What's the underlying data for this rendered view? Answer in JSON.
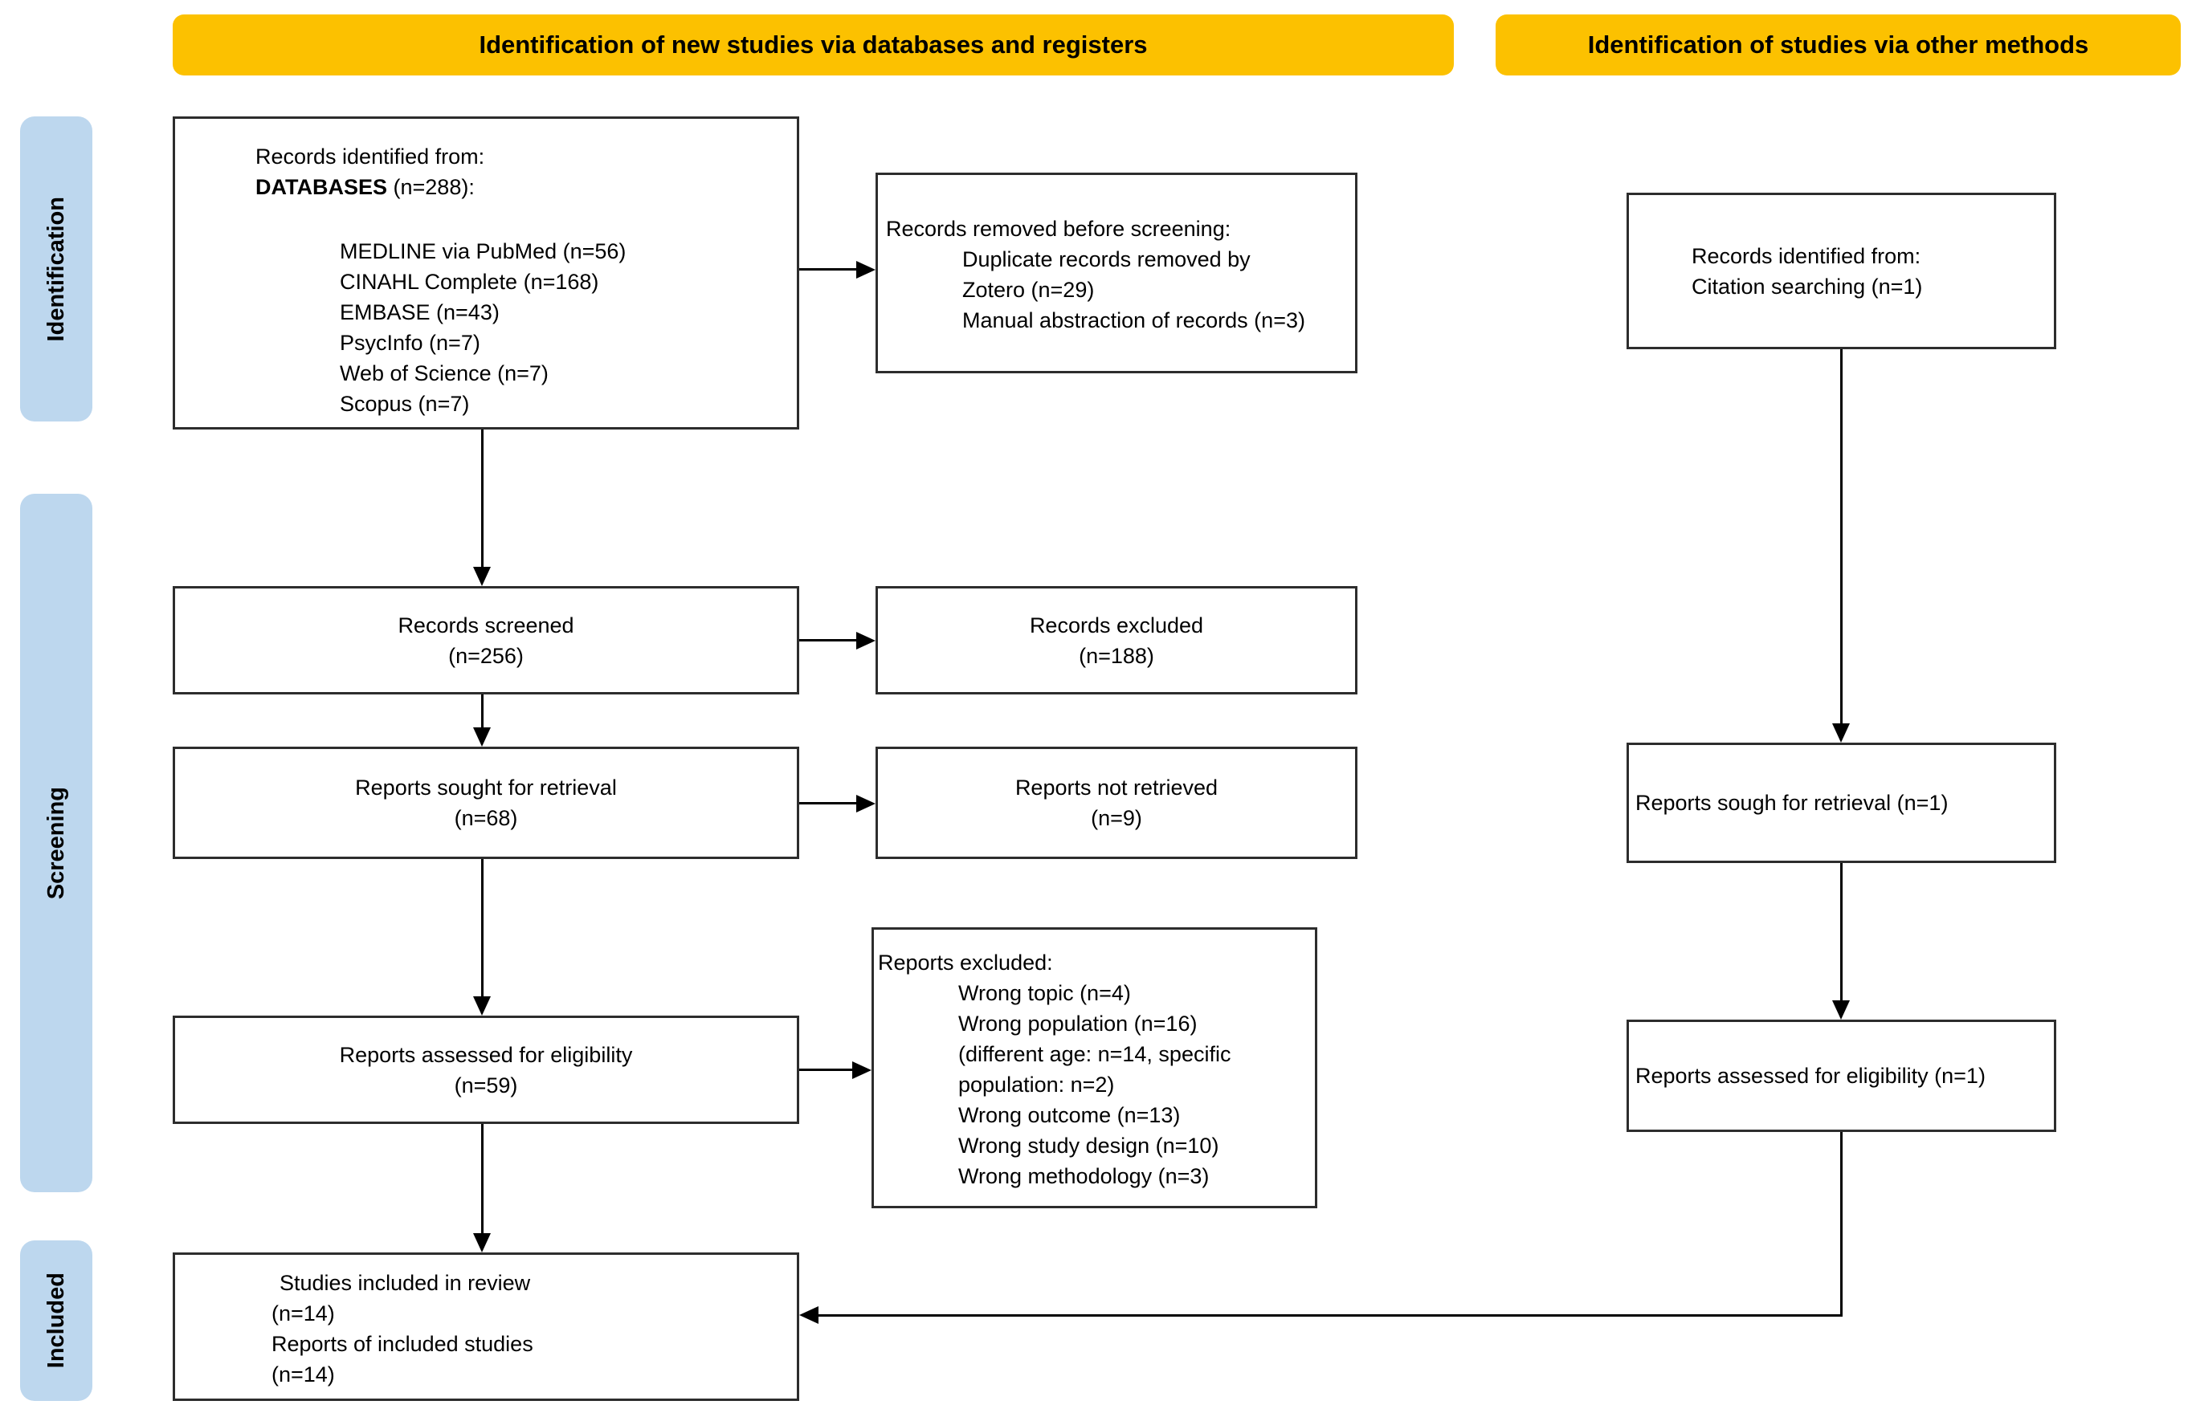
{
  "colors": {
    "banner": "#FCC100",
    "stage_label": "#BDD7EE",
    "box_border": "#2d2d2d"
  },
  "banners": {
    "left": "Identification of new studies via databases and registers",
    "right": "Identification of studies via other methods"
  },
  "stages": {
    "identification": "Identification",
    "screening": "Screening",
    "included": "Included"
  },
  "boxes": {
    "records_identified": {
      "line1": "Records identified from:",
      "line2_bold": "DATABASES",
      "line2_rest": " (n=288):",
      "items": [
        "MEDLINE via PubMed (n=56)",
        "CINAHL Complete (n=168)",
        "EMBASE (n=43)",
        "PsycInfo (n=7)",
        "Web of Science (n=7)",
        "Scopus (n=7)"
      ]
    },
    "records_removed": {
      "title": "Records removed before screening:",
      "items": [
        "Duplicate records removed by",
        "Zotero (n=29)",
        "Manual abstraction of records (n=3)"
      ]
    },
    "citation_records": {
      "line1": "Records identified from:",
      "line2": "Citation searching (n=1)"
    },
    "records_screened": {
      "line1": "Records screened",
      "line2": "(n=256)"
    },
    "records_excluded": {
      "line1": "Records excluded",
      "line2": "(n=188)"
    },
    "reports_sought": {
      "line1": "Reports sought for retrieval",
      "line2": "(n=68)"
    },
    "reports_not_retrieved": {
      "line1": "Reports not retrieved",
      "line2": "(n=9)"
    },
    "reports_sough_other": {
      "line1": "Reports sough for retrieval (n=1)"
    },
    "reports_assessed": {
      "line1": "Reports assessed for eligibility",
      "line2": "(n=59)"
    },
    "reports_excluded": {
      "title": "Reports excluded:",
      "items": [
        "Wrong topic (n=4)",
        "Wrong population (n=16)",
        "(different age: n=14, specific",
        "population: n=2)",
        "Wrong outcome (n=13)",
        "Wrong study design (n=10)",
        "Wrong methodology (n=3)"
      ]
    },
    "reports_assessed_other": {
      "line1": "Reports assessed for eligibility (n=1)"
    },
    "studies_included": {
      "lines": [
        "Studies included in review",
        "(n=14)",
        "Reports of included studies",
        "(n=14)"
      ]
    }
  }
}
